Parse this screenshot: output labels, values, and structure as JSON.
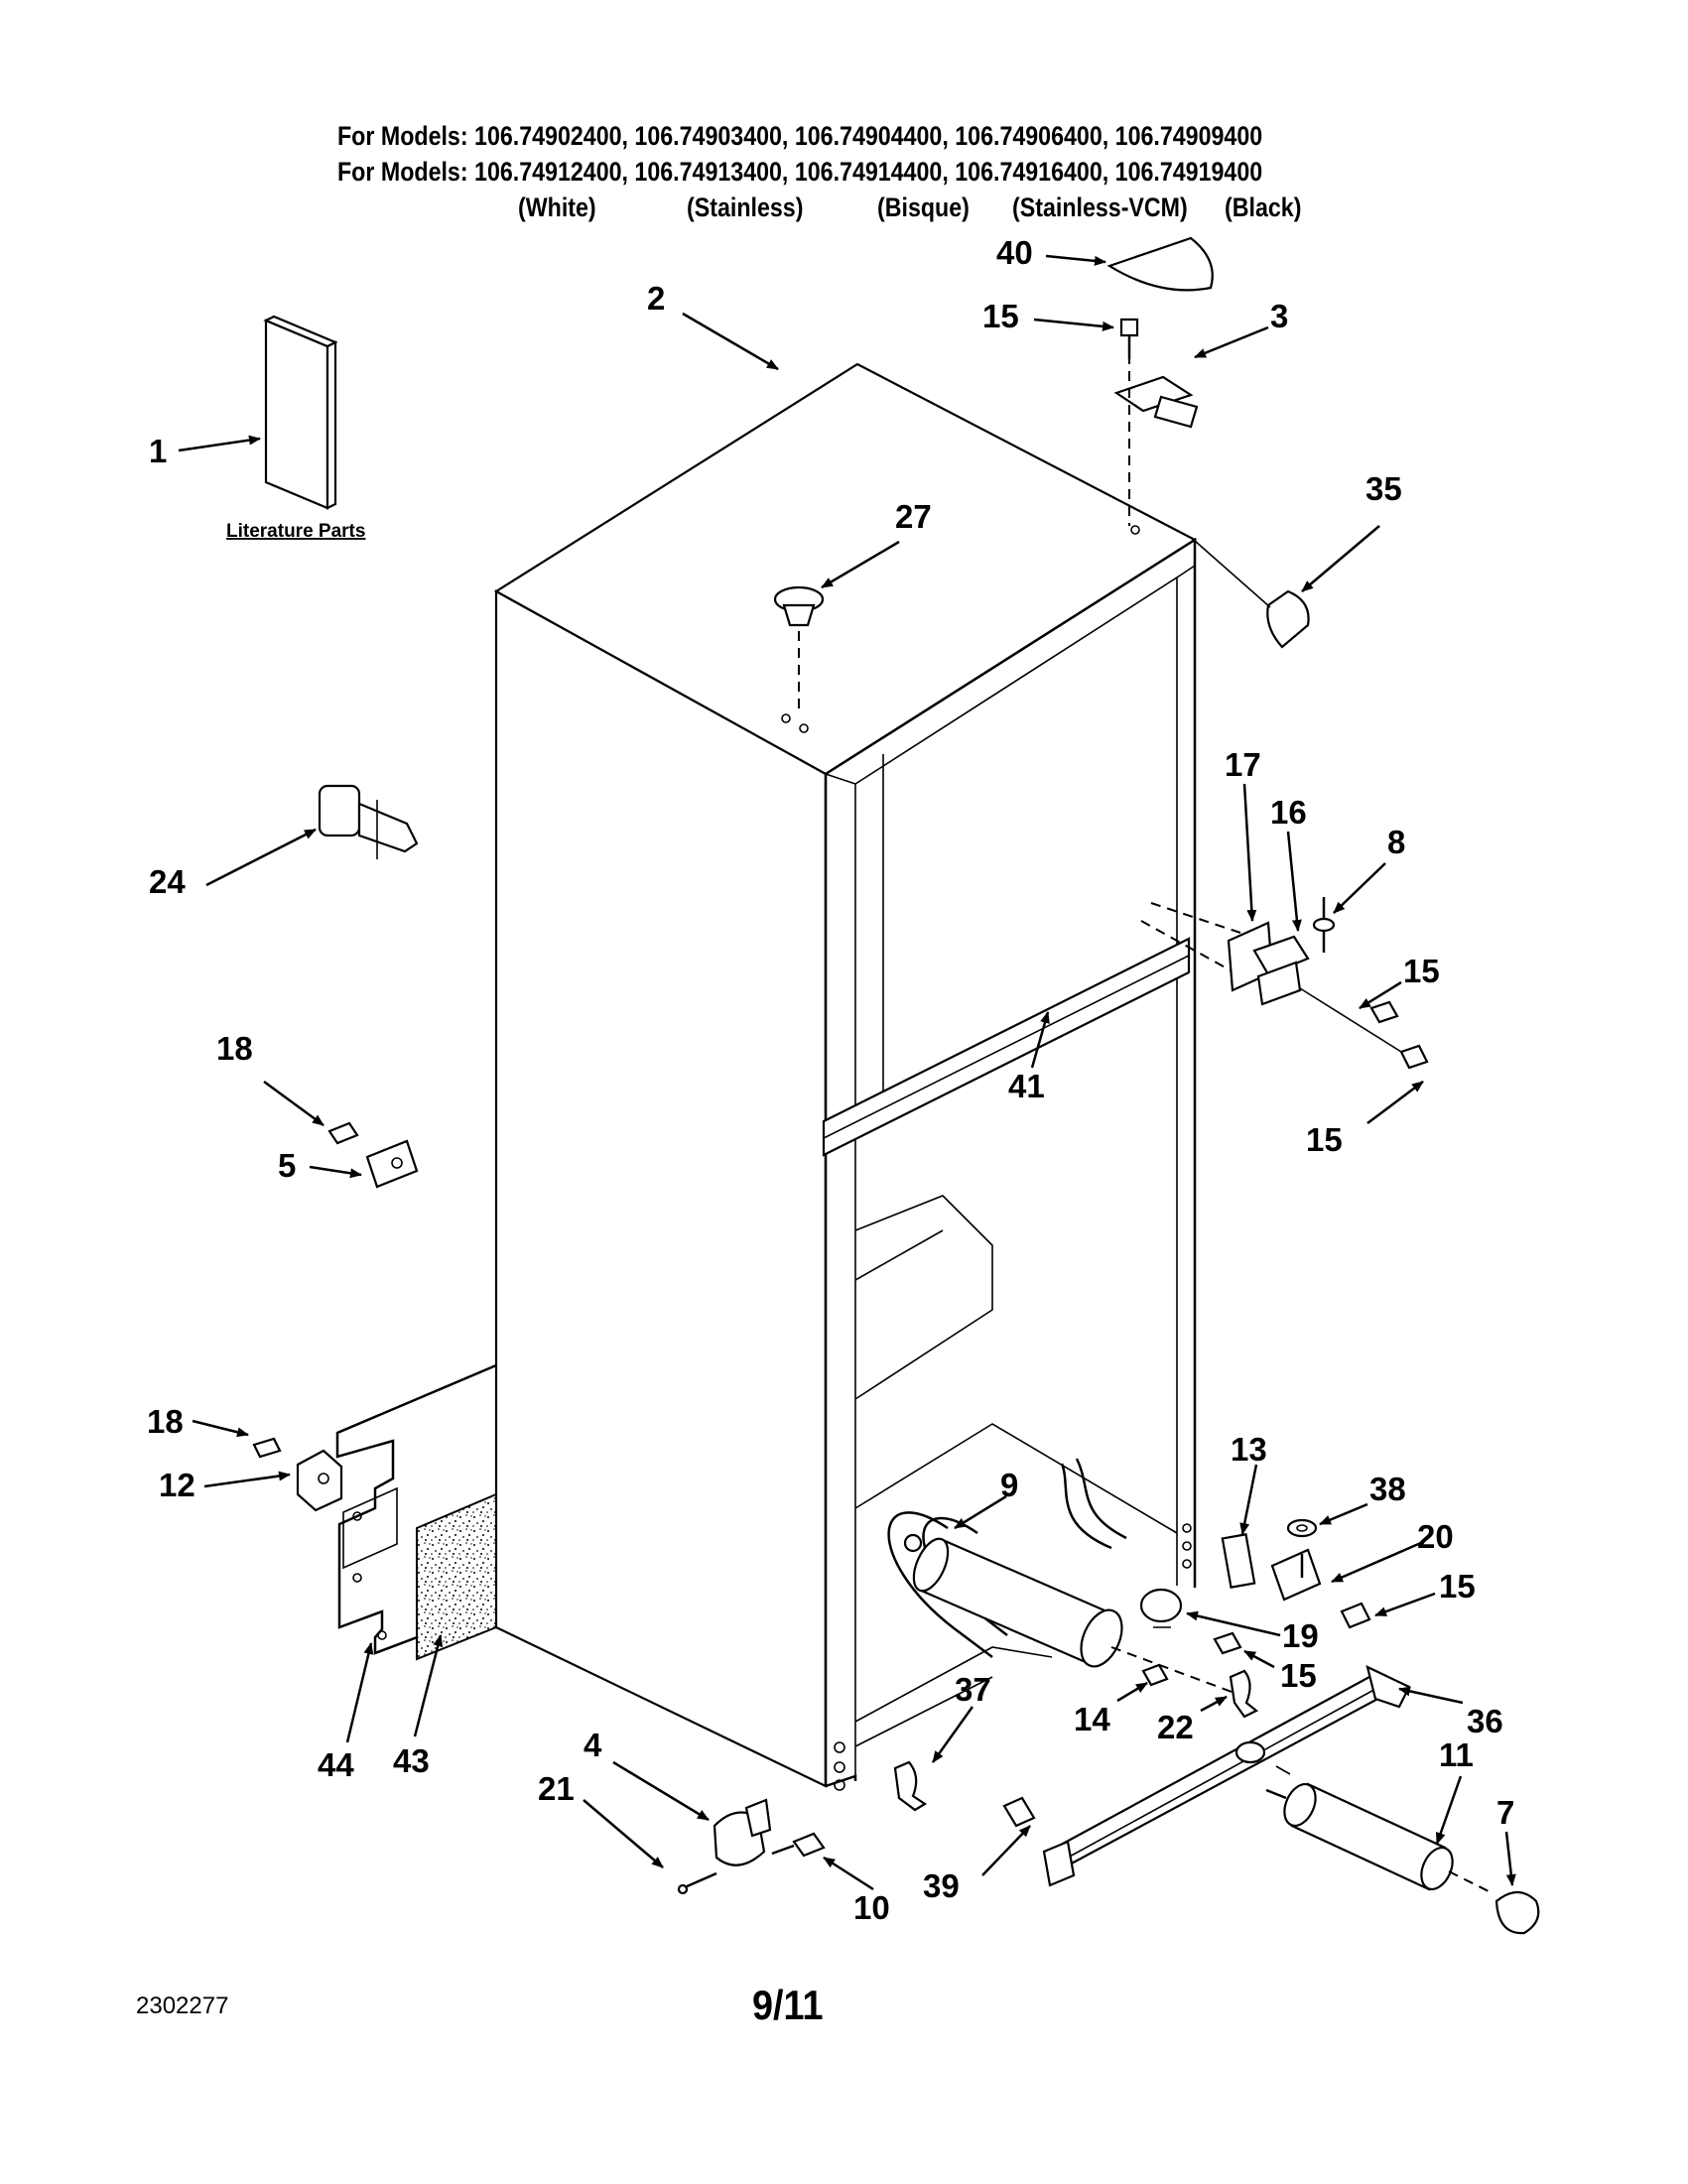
{
  "header": {
    "line1": "For Models: 106.74902400, 106.74903400, 106.74904400, 106.74906400, 106.74909400",
    "line2": "For Models: 106.74912400, 106.74913400, 106.74914400, 106.74916400, 106.74919400",
    "colors": [
      "(White)",
      "(Stainless)",
      "(Bisque)",
      "(Stainless-VCM)",
      "(Black)"
    ]
  },
  "literature_label": "Literature Parts",
  "callouts": {
    "c1": "1",
    "c2": "2",
    "c3": "3",
    "c4": "4",
    "c5": "5",
    "c7": "7",
    "c8": "8",
    "c9": "9",
    "c10": "10",
    "c11": "11",
    "c12": "12",
    "c13": "13",
    "c14": "14",
    "c15a": "15",
    "c15b": "15",
    "c15c": "15",
    "c15d": "15",
    "c15e": "15",
    "c16": "16",
    "c17": "17",
    "c18a": "18",
    "c18b": "18",
    "c19": "19",
    "c20": "20",
    "c21": "21",
    "c22": "22",
    "c24": "24",
    "c27": "27",
    "c35": "35",
    "c36": "36",
    "c37": "37",
    "c38": "38",
    "c39": "39",
    "c40": "40",
    "c41": "41",
    "c43": "43",
    "c44": "44"
  },
  "footer": {
    "doc_number": "2302277",
    "page": "9/11"
  }
}
